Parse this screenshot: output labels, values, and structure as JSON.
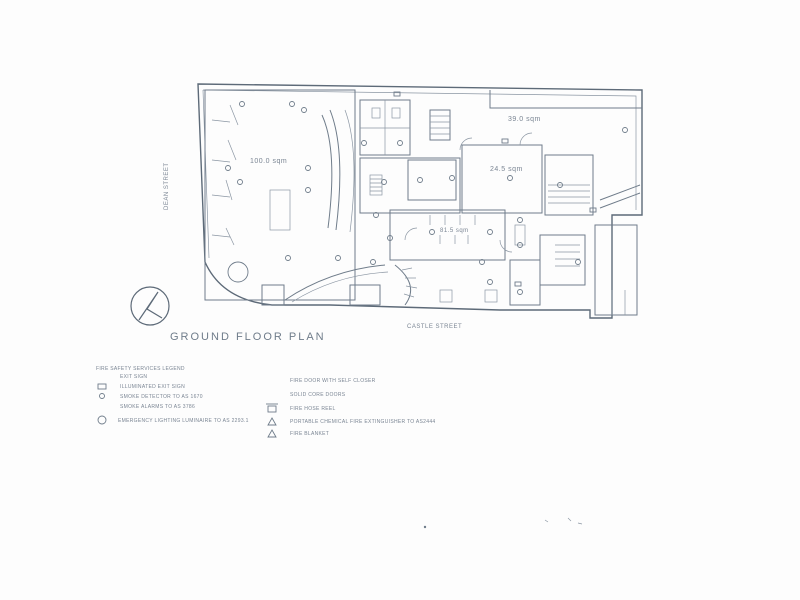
{
  "plan": {
    "title": "GROUND FLOOR PLAN",
    "street_bottom": "CASTLE STREET",
    "street_left": "DEAN STREET",
    "areas": [
      "100.0 sqm",
      "39.0 sqm",
      "24.5 sqm",
      "81.5 sqm"
    ]
  },
  "legend": {
    "header": "FIRE SAFETY SERVICES LEGEND",
    "subheader": "EXIT SIGN",
    "left_items": [
      {
        "symbol": "rect-symbol",
        "label": "ILLUMINATED EXIT SIGN"
      },
      {
        "symbol": "circle-symbol",
        "label": "SMOKE DETECTOR TO AS 1670"
      },
      {
        "symbol": "none",
        "label": "SMOKE ALARMS TO AS 3786"
      },
      {
        "symbol": "circle-e-symbol",
        "label": "EMERGENCY LIGHTING LUMINAIRE TO AS 2293.1"
      }
    ],
    "right_items": [
      {
        "symbol": "none",
        "label": "FIRE DOOR WITH SELF CLOSER"
      },
      {
        "symbol": "none",
        "label": "SOLID CORE DOORS"
      },
      {
        "symbol": "hose-reel-symbol",
        "label": "FIRE HOSE REEL"
      },
      {
        "symbol": "triangle-symbol",
        "label": "PORTABLE CHEMICAL FIRE EXTINGUISHER TO AS2444"
      },
      {
        "symbol": "triangle-symbol",
        "label": "FIRE BLANKET"
      }
    ]
  }
}
